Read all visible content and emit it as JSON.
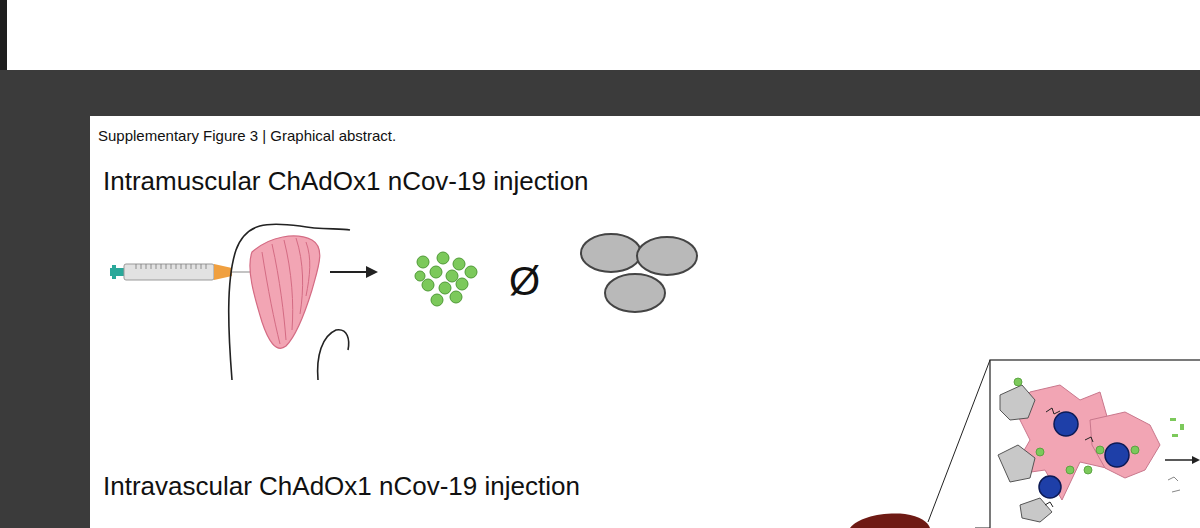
{
  "diagram": {
    "title": "Supplementary Figure 3 | Graphical abstract.",
    "labels": [
      "Intramuscular ChAdOx1 nCov-19 injection",
      "Ø",
      "Intravascular ChAdOx1 nCov-19 injection"
    ]
  }
}
